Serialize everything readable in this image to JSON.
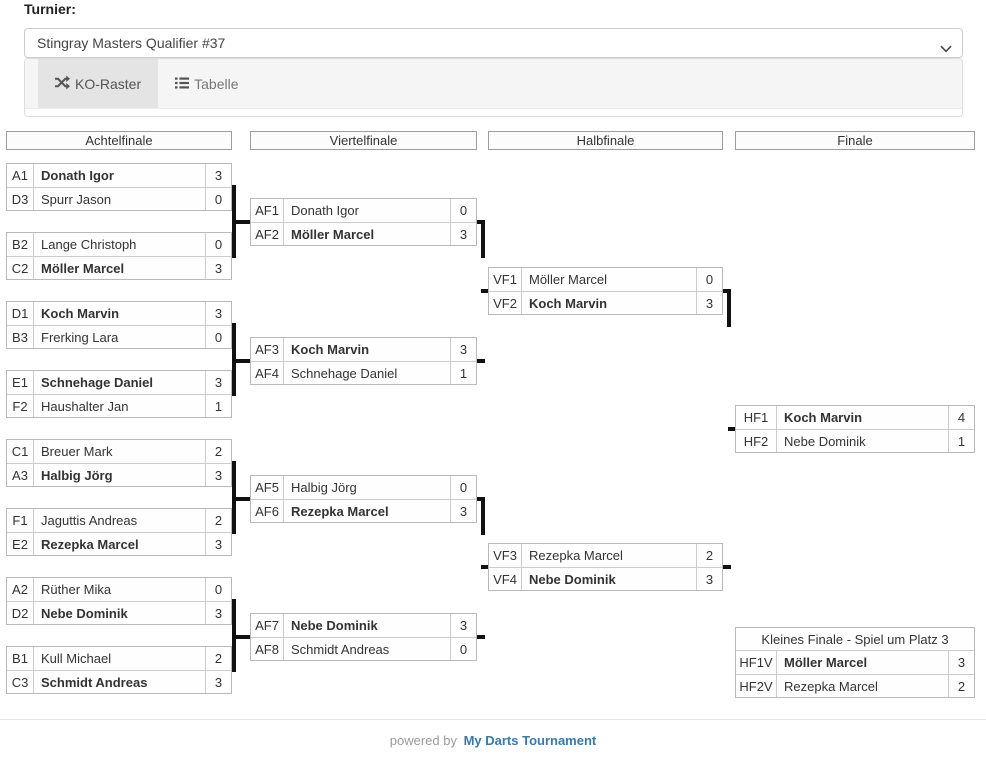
{
  "page": {
    "label": "Turnier:"
  },
  "select": {
    "value": "Stingray Masters Qualifier #37"
  },
  "tabs": [
    {
      "label": "KO-Raster",
      "icon": "shuffle-icon",
      "active": true
    },
    {
      "label": "Tabelle",
      "icon": "list-icon",
      "active": false
    }
  ],
  "bracket": {
    "rounds": [
      {
        "title": "Achtelfinale",
        "matches": [
          {
            "players": [
              {
                "seed": "A1",
                "name": "Donath Igor",
                "score": "3",
                "winner": true
              },
              {
                "seed": "D3",
                "name": "Spurr Jason",
                "score": "0",
                "winner": false
              }
            ]
          },
          {
            "players": [
              {
                "seed": "B2",
                "name": "Lange Christoph",
                "score": "0",
                "winner": false
              },
              {
                "seed": "C2",
                "name": "Möller Marcel",
                "score": "3",
                "winner": true
              }
            ]
          },
          {
            "players": [
              {
                "seed": "D1",
                "name": "Koch Marvin",
                "score": "3",
                "winner": true
              },
              {
                "seed": "B3",
                "name": "Frerking Lara",
                "score": "0",
                "winner": false
              }
            ]
          },
          {
            "players": [
              {
                "seed": "E1",
                "name": "Schnehage Daniel",
                "score": "3",
                "winner": true
              },
              {
                "seed": "F2",
                "name": "Haushalter Jan",
                "score": "1",
                "winner": false
              }
            ]
          },
          {
            "players": [
              {
                "seed": "C1",
                "name": "Breuer Mark",
                "score": "2",
                "winner": false
              },
              {
                "seed": "A3",
                "name": "Halbig Jörg",
                "score": "3",
                "winner": true
              }
            ]
          },
          {
            "players": [
              {
                "seed": "F1",
                "name": "Jaguttis Andreas",
                "score": "2",
                "winner": false
              },
              {
                "seed": "E2",
                "name": "Rezepka Marcel",
                "score": "3",
                "winner": true
              }
            ]
          },
          {
            "players": [
              {
                "seed": "A2",
                "name": "Rüther Mika",
                "score": "0",
                "winner": false
              },
              {
                "seed": "D2",
                "name": "Nebe Dominik",
                "score": "3",
                "winner": true
              }
            ]
          },
          {
            "players": [
              {
                "seed": "B1",
                "name": "Kull Michael",
                "score": "2",
                "winner": false
              },
              {
                "seed": "C3",
                "name": "Schmidt Andreas",
                "score": "3",
                "winner": true
              }
            ]
          }
        ]
      },
      {
        "title": "Viertelfinale",
        "matches": [
          {
            "players": [
              {
                "seed": "AF1",
                "name": "Donath Igor",
                "score": "0",
                "winner": false
              },
              {
                "seed": "AF2",
                "name": "Möller Marcel",
                "score": "3",
                "winner": true
              }
            ]
          },
          {
            "players": [
              {
                "seed": "AF3",
                "name": "Koch Marvin",
                "score": "3",
                "winner": true
              },
              {
                "seed": "AF4",
                "name": "Schnehage Daniel",
                "score": "1",
                "winner": false
              }
            ]
          },
          {
            "players": [
              {
                "seed": "AF5",
                "name": "Halbig Jörg",
                "score": "0",
                "winner": false
              },
              {
                "seed": "AF6",
                "name": "Rezepka Marcel",
                "score": "3",
                "winner": true
              }
            ]
          },
          {
            "players": [
              {
                "seed": "AF7",
                "name": "Nebe Dominik",
                "score": "3",
                "winner": true
              },
              {
                "seed": "AF8",
                "name": "Schmidt Andreas",
                "score": "0",
                "winner": false
              }
            ]
          }
        ]
      },
      {
        "title": "Halbfinale",
        "matches": [
          {
            "players": [
              {
                "seed": "VF1",
                "name": "Möller Marcel",
                "score": "0",
                "winner": false
              },
              {
                "seed": "VF2",
                "name": "Koch Marvin",
                "score": "3",
                "winner": true
              }
            ]
          },
          {
            "players": [
              {
                "seed": "VF3",
                "name": "Rezepka Marcel",
                "score": "2",
                "winner": false
              },
              {
                "seed": "VF4",
                "name": "Nebe Dominik",
                "score": "3",
                "winner": true
              }
            ]
          }
        ]
      },
      {
        "title": "Finale",
        "matches": [
          {
            "players": [
              {
                "seed": "HF1",
                "name": "Koch Marvin",
                "score": "4",
                "winner": true
              },
              {
                "seed": "HF2",
                "name": "Nebe Dominik",
                "score": "1",
                "winner": false
              }
            ]
          }
        ]
      }
    ],
    "consolation": {
      "title": "Kleines Finale - Spiel um Platz 3",
      "players": [
        {
          "seed": "HF1V",
          "name": "Möller Marcel",
          "score": "3",
          "winner": true
        },
        {
          "seed": "HF2V",
          "name": "Rezepka Marcel",
          "score": "2",
          "winner": false
        }
      ]
    }
  },
  "footer": {
    "powered_by": "powered by",
    "link_label": "My Darts Tournament"
  },
  "colors": {
    "link": "#337ab7",
    "connector": "#111111",
    "active_tab_bg": "#e4e4e4",
    "panel_heading_bg": "#f5f5f5"
  }
}
